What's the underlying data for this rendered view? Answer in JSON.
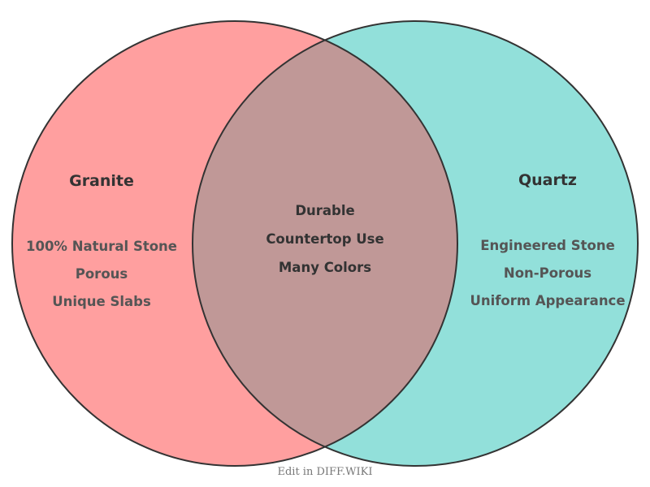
{
  "diagram": {
    "type": "venn",
    "left": {
      "title": "Granite",
      "color": "#ff9c9c",
      "items": [
        "100% Natural Stone",
        "Porous",
        "Unique Slabs"
      ]
    },
    "right": {
      "title": "Quartz",
      "color": "#91e0d9",
      "items": [
        "Engineered Stone",
        "Non-Porous",
        "Uniform Appearance"
      ]
    },
    "intersection": {
      "color": "#c09897",
      "items": [
        "Durable",
        "Countertop Use",
        "Many Colors"
      ]
    }
  },
  "footer": {
    "text": "Edit in DIFF.WIKI"
  }
}
